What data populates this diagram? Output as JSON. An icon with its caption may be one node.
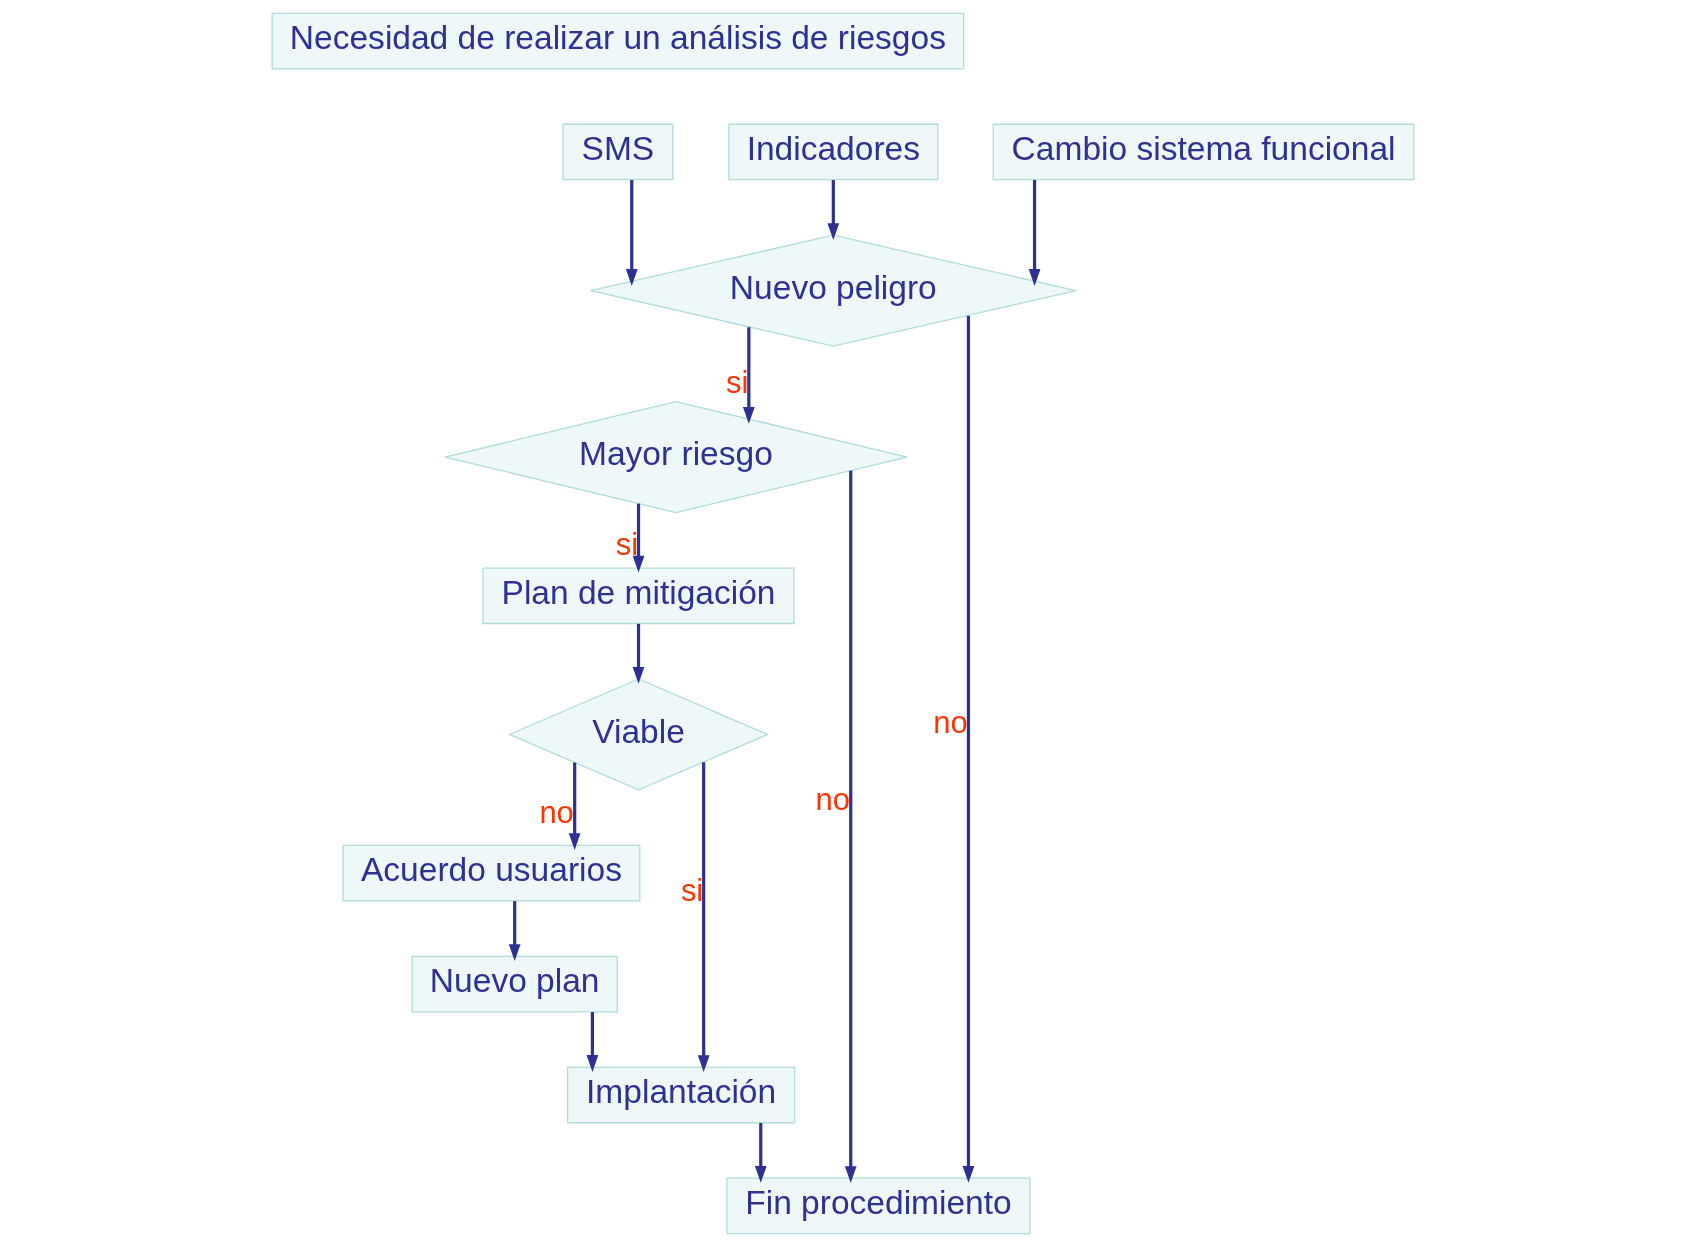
{
  "diagram": {
    "nodes": [
      {
        "text": [
          "Necesidad de realizar un análisis de riesgos"
        ]
      },
      {
        "text": [
          "SMS"
        ]
      },
      {
        "text": [
          "Indicadores"
        ]
      },
      {
        "text": [
          "Cambio sistema funcional"
        ]
      },
      {
        "text": [
          "Nuevo peligro"
        ]
      },
      {
        "text": [
          "Mayor riesgo"
        ]
      },
      {
        "text": [
          "Plan de mitigación"
        ]
      },
      {
        "text": [
          "Viable"
        ]
      },
      {
        "text": [
          "Acuerdo usuarios"
        ]
      },
      {
        "text": [
          "Nuevo plan"
        ]
      },
      {
        "text": [
          "Implantación"
        ]
      },
      {
        "text": [
          "Fin procedimiento"
        ]
      }
    ],
    "edges": [
      {
        "from": 1,
        "to": 4,
        "arrow": "to"
      },
      {
        "from": 2,
        "to": 4,
        "arrow": "to"
      },
      {
        "from": 3,
        "to": 4,
        "arrow": "to"
      },
      {
        "from": 4,
        "to": 5,
        "arrow": "to",
        "label": "si"
      },
      {
        "from": 4,
        "to": 11,
        "arrow": "to",
        "label": "no"
      },
      {
        "from": 5,
        "to": 11,
        "arrow": "to",
        "label": "no"
      },
      {
        "from": 5,
        "to": 6,
        "arrow": "to",
        "label": "si"
      },
      {
        "from": 6,
        "to": 7,
        "arrow": "to"
      },
      {
        "from": 7,
        "to": 8,
        "arrow": "to",
        "label": "no"
      },
      {
        "from": 7,
        "to": 10,
        "arrow": "to",
        "label": "si"
      },
      {
        "from": 8,
        "to": 9,
        "arrow": "to"
      },
      {
        "from": 9,
        "to": 10,
        "arrow": "to"
      },
      {
        "from": 10,
        "to": 11,
        "arrow": "to"
      }
    ]
  }
}
